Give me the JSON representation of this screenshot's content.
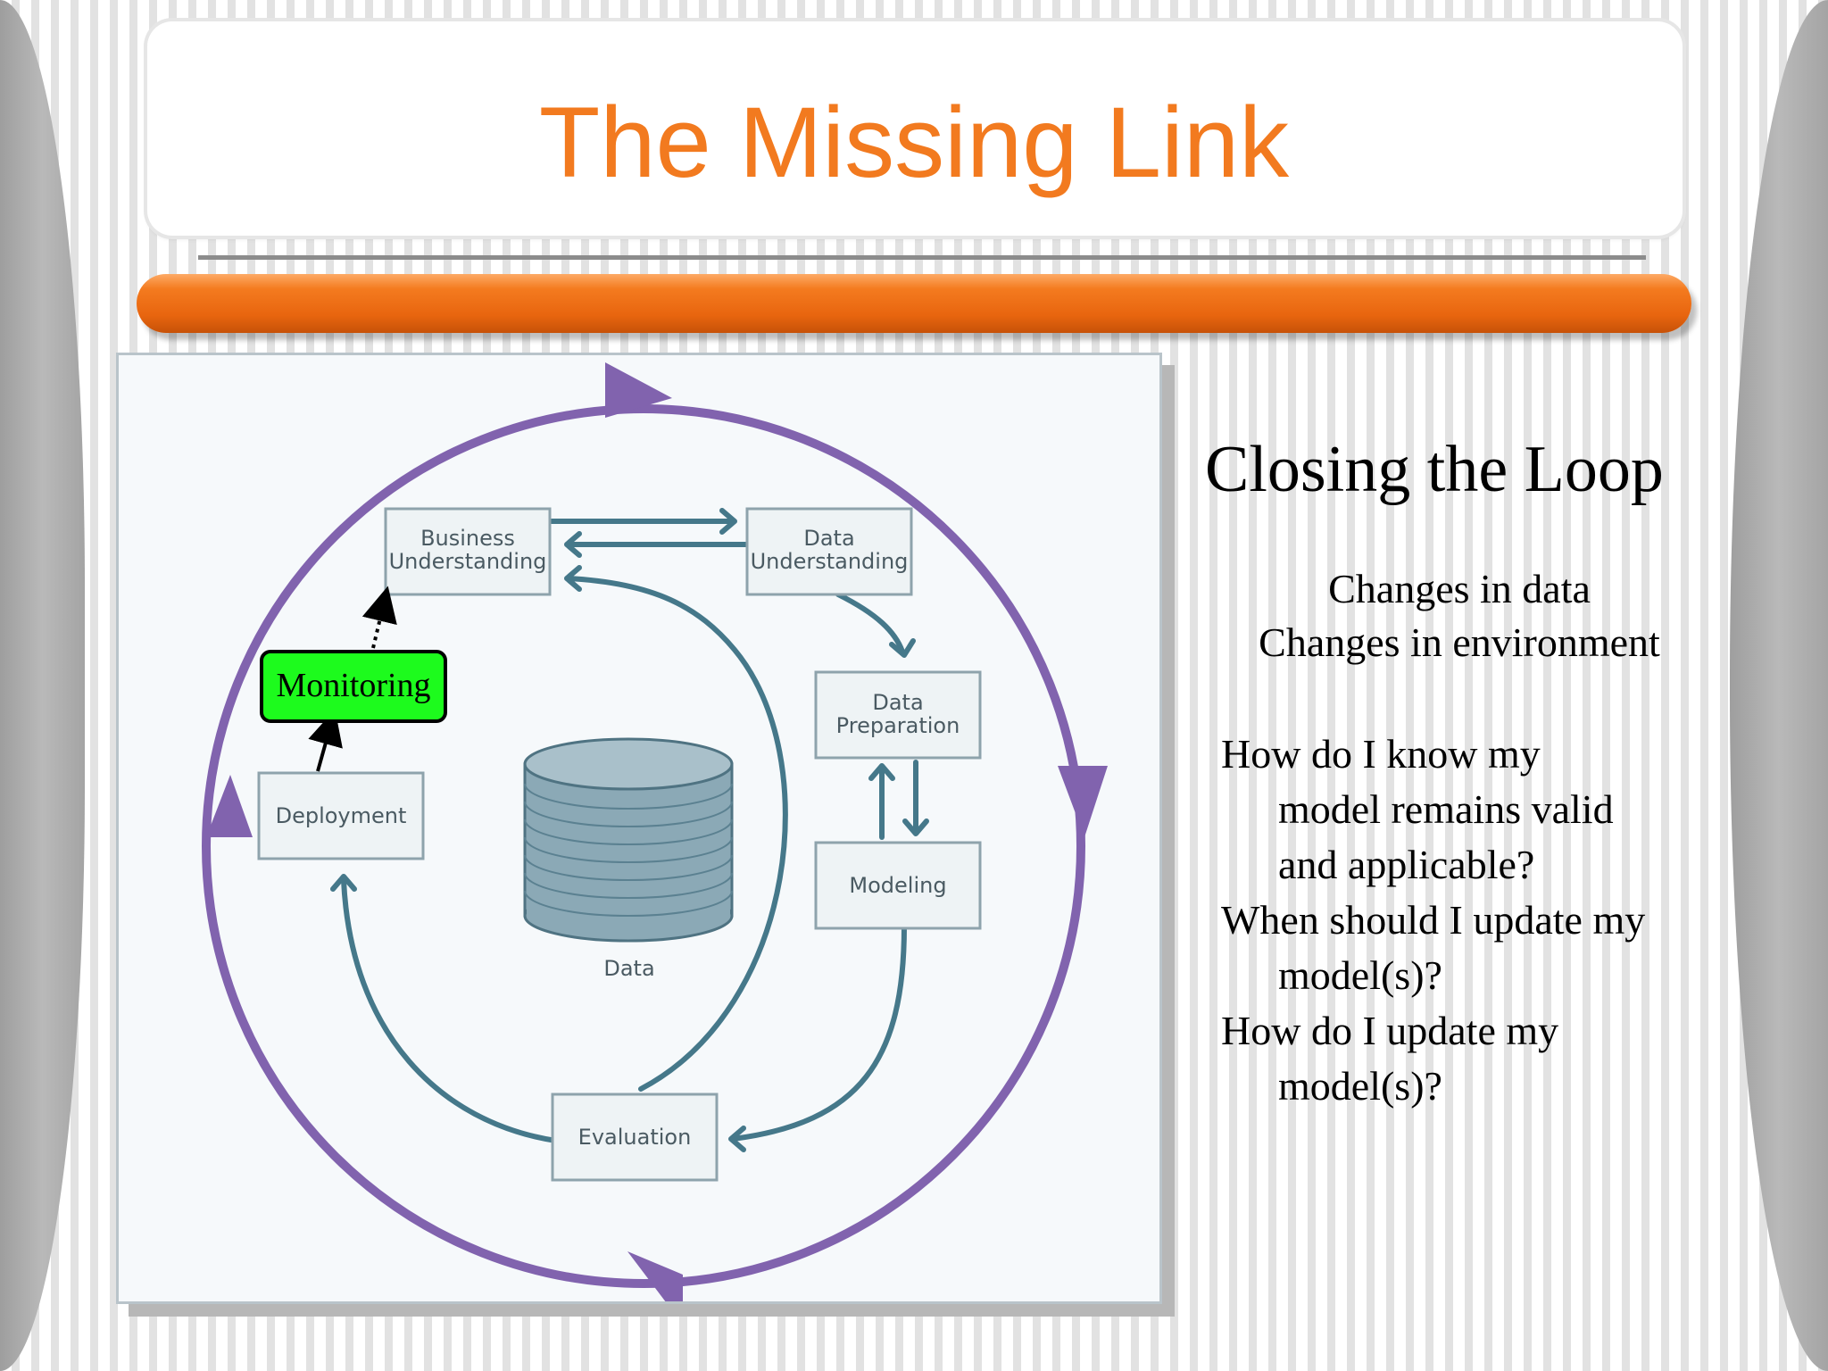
{
  "slide": {
    "title": "The Missing Link"
  },
  "diagram": {
    "boxes": {
      "business_1": "Business",
      "business_2": "Understanding",
      "data_und_1": "Data",
      "data_und_2": "Understanding",
      "data_prep_1": "Data",
      "data_prep_2": "Preparation",
      "modeling": "Modeling",
      "evaluation": "Evaluation",
      "deployment": "Deployment",
      "monitoring": "Monitoring",
      "data": "Data"
    },
    "colors": {
      "cycle": "#8163ae",
      "flow": "#45788a",
      "monitoring": "#1dfb1d"
    }
  },
  "side": {
    "heading": "Closing the Loop",
    "changes": [
      "Changes in data",
      "Changes in environment"
    ],
    "questions": [
      {
        "line1": "How do I know my",
        "rest": [
          "model remains valid",
          "and applicable?"
        ]
      },
      {
        "line1": "When should I update my",
        "rest": [
          "model(s)?"
        ]
      },
      {
        "line1": "How do I update my",
        "rest": [
          "model(s)?"
        ]
      }
    ]
  }
}
